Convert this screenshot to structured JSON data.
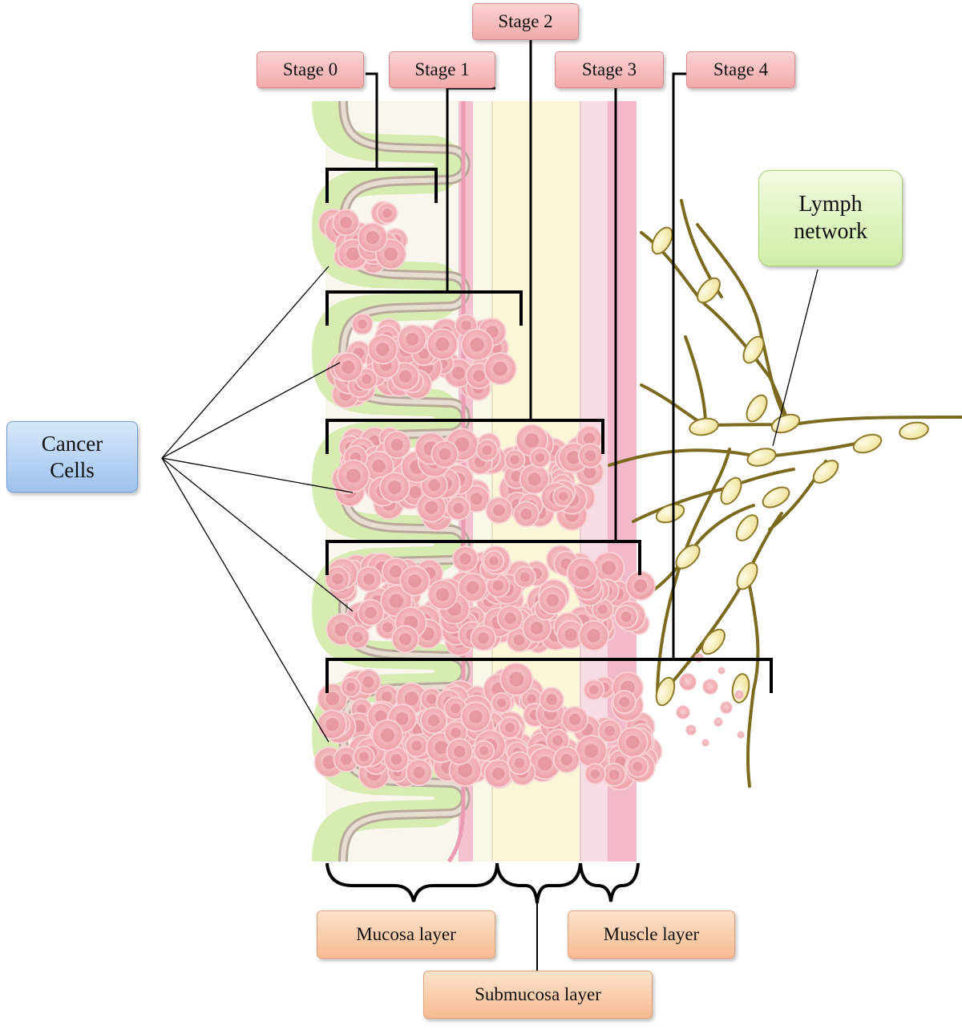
{
  "stages": [
    "Stage 0",
    "Stage 1",
    "Stage 2",
    "Stage 3",
    "Stage 4"
  ],
  "labels": {
    "cancer_cells": "Cancer\nCells",
    "lymph_network": "Lymph\nnetwork"
  },
  "layers": {
    "mucosa": "Mucosa layer",
    "submucosa": "Submucosa layer",
    "muscle": "Muscle layer"
  },
  "colors": {
    "stage_box": "#f2a9a9",
    "layer_box": "#f7bb91",
    "cancer_box": "#9ec2ee",
    "lymph_box": "#cfeea6",
    "mucosa_green": "#d7ecb0",
    "cancer_cell": "#f3b8bb",
    "lymph_vessel": "#7c6a1e"
  }
}
